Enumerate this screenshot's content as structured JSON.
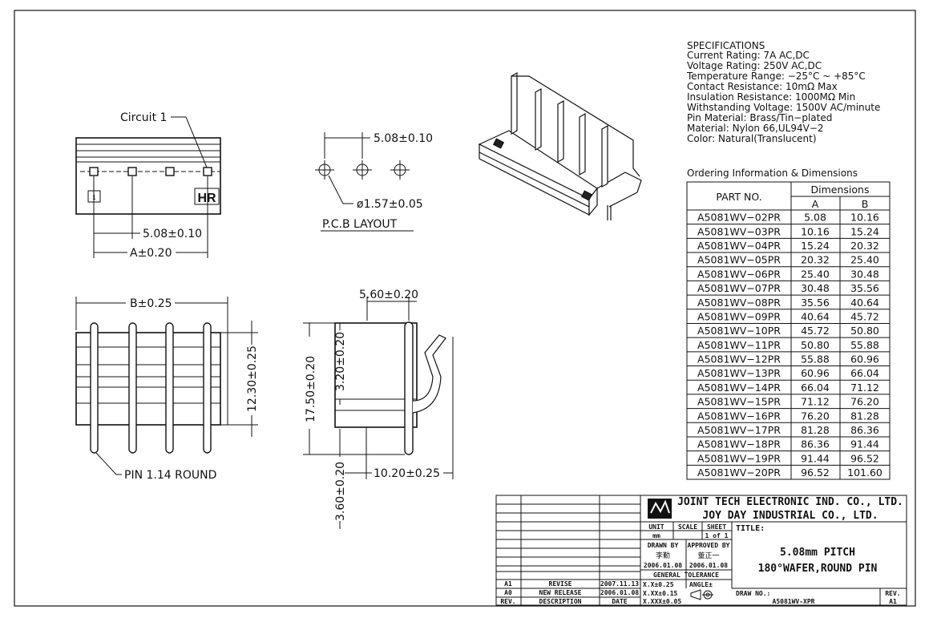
{
  "views": {
    "front": {
      "circuit_label": "Circuit 1",
      "pitch_dim": "5.08±0.10",
      "a_dim": "A±0.20",
      "mark_hr": "HR",
      "mark_pin1": "1"
    },
    "pcb": {
      "pitch_dim": "5.08±0.10",
      "hole_dim": "ø1.57±0.05",
      "title": "P.C.B LAYOUT"
    },
    "bottom": {
      "b_dim": "B±0.25",
      "height_dim": "12.30±0.25",
      "pin_note": "PIN 1.14 ROUND"
    },
    "side": {
      "top_dim": "5.60±0.20",
      "total_dim": "17.50±0.20",
      "upper_dim": "3.20±0.20",
      "tail_dim": "3.60±0.20",
      "depth_dim": "10.20±0.25"
    }
  },
  "specifications": {
    "title": "SPECIFICATIONS",
    "lines": [
      "Current Rating: 7A AC,DC",
      "Voltage Rating: 250V AC,DC",
      "Temperature Range: −25°C ~ +85°C",
      "Contact Resistance: 10mΩ Max",
      "Insulation Resistance: 1000MΩ Min",
      "Withstanding Voltage: 1500V AC/minute",
      "Pin Material: Brass/Tin−plated",
      "Material: Nylon 66,UL94V−2",
      "Color: Natural(Translucent)"
    ]
  },
  "ordering": {
    "title": "Ordering Information & Dimensions",
    "header_part": "PART NO.",
    "header_dims": "Dimensions",
    "header_a": "A",
    "header_b": "B",
    "rows": [
      [
        "A5081WV−02PR",
        "5.08",
        "10.16"
      ],
      [
        "A5081WV−03PR",
        "10.16",
        "15.24"
      ],
      [
        "A5081WV−04PR",
        "15.24",
        "20.32"
      ],
      [
        "A5081WV−05PR",
        "20.32",
        "25.40"
      ],
      [
        "A5081WV−06PR",
        "25.40",
        "30.48"
      ],
      [
        "A5081WV−07PR",
        "30.48",
        "35.56"
      ],
      [
        "A5081WV−08PR",
        "35.56",
        "40.64"
      ],
      [
        "A5081WV−09PR",
        "40.64",
        "45.72"
      ],
      [
        "A5081WV−10PR",
        "45.72",
        "50.80"
      ],
      [
        "A5081WV−11PR",
        "50.80",
        "55.88"
      ],
      [
        "A5081WV−12PR",
        "55.88",
        "60.96"
      ],
      [
        "A5081WV−13PR",
        "60.96",
        "66.04"
      ],
      [
        "A5081WV−14PR",
        "66.04",
        "71.12"
      ],
      [
        "A5081WV−15PR",
        "71.12",
        "76.20"
      ],
      [
        "A5081WV−16PR",
        "76.20",
        "81.28"
      ],
      [
        "A5081WV−17PR",
        "81.28",
        "86.36"
      ],
      [
        "A5081WV−18PR",
        "86.36",
        "91.44"
      ],
      [
        "A5081WV−19PR",
        "91.44",
        "96.52"
      ],
      [
        "A5081WV−20PR",
        "96.52",
        "101.60"
      ]
    ]
  },
  "title_block": {
    "company_1": "JOINT TECH ELECTRONIC IND. CO., LTD.",
    "company_2": "JOY DAY INDUSTRIAL CO., LTD.",
    "unit_label": "UNIT",
    "unit_value": "mm",
    "scale_label": "SCALE",
    "sheet_label": "SHEET",
    "sheet_value": "1 of 1",
    "title_label": "TITLE:",
    "title_1": "5.08mm PITCH",
    "title_2": "180°WAFER,ROUND PIN",
    "drawn_label": "DRAWN BY",
    "drawn_name": "李勤",
    "drawn_date": "2006.01.08",
    "approved_label": "APPROVED BY",
    "approved_name": "董正一",
    "approved_date": "2006.01.08",
    "tol_label": "GENERAL TOLERANCE",
    "tol_1": "X.X±0.25",
    "tol_2": "X.XX±0.15",
    "tol_3": "X.XXX±0.05",
    "angle_label": "ANGLE±",
    "drawno_label": "DRAW NO.:",
    "drawno_value": "A5081WV-XPR",
    "rev_label": "REV.",
    "rev_value": "A1",
    "revisions": [
      {
        "rev": "A1",
        "desc": "REVISE",
        "date": "2007.11.13"
      },
      {
        "rev": "A0",
        "desc": "NEW RELEASE",
        "date": "2006.01.08"
      }
    ],
    "rev_header": {
      "rev": "REV.",
      "desc": "DESCRIPTION",
      "date": "DATE"
    }
  }
}
